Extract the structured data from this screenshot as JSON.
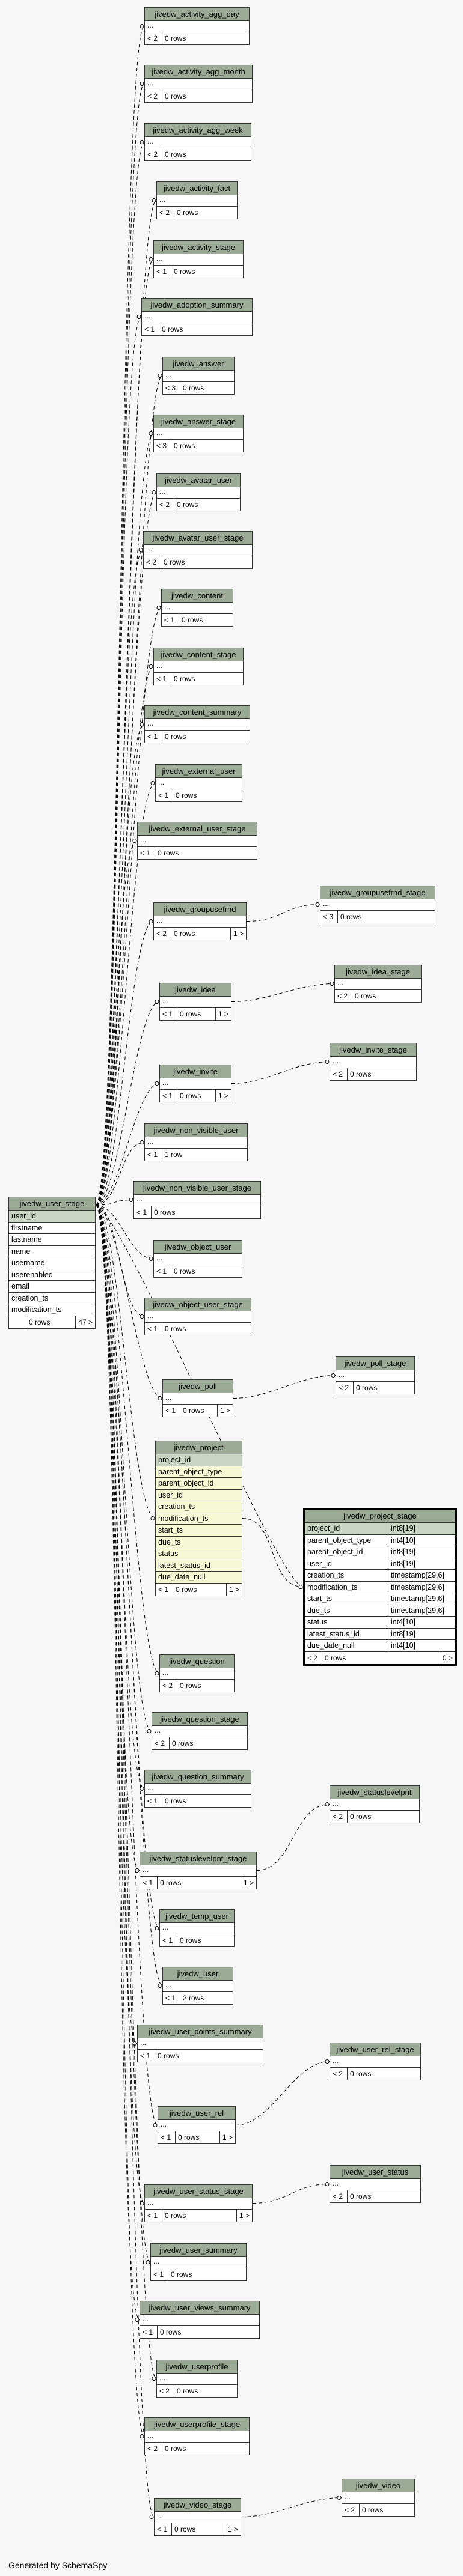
{
  "footer": "Generated by SchemaSpy",
  "small_tables": [
    {
      "name": "jivedw_activity_agg_day",
      "rows": "0 rows",
      "kids": "< 2",
      "parents": ""
    },
    {
      "name": "jivedw_activity_agg_month",
      "rows": "0 rows",
      "kids": "< 2",
      "parents": ""
    },
    {
      "name": "jivedw_activity_agg_week",
      "rows": "0 rows",
      "kids": "< 2",
      "parents": ""
    },
    {
      "name": "jivedw_activity_fact",
      "rows": "0 rows",
      "kids": "< 2",
      "parents": ""
    },
    {
      "name": "jivedw_activity_stage",
      "rows": "0 rows",
      "kids": "< 1",
      "parents": ""
    },
    {
      "name": "jivedw_adoption_summary",
      "rows": "0 rows",
      "kids": "< 1",
      "parents": ""
    },
    {
      "name": "jivedw_answer",
      "rows": "0 rows",
      "kids": "< 3",
      "parents": ""
    },
    {
      "name": "jivedw_answer_stage",
      "rows": "0 rows",
      "kids": "< 3",
      "parents": ""
    },
    {
      "name": "jivedw_avatar_user",
      "rows": "0 rows",
      "kids": "< 2",
      "parents": ""
    },
    {
      "name": "jivedw_avatar_user_stage",
      "rows": "0 rows",
      "kids": "< 2",
      "parents": ""
    },
    {
      "name": "jivedw_content",
      "rows": "0 rows",
      "kids": "< 1",
      "parents": ""
    },
    {
      "name": "jivedw_content_stage",
      "rows": "0 rows",
      "kids": "< 1",
      "parents": ""
    },
    {
      "name": "jivedw_content_summary",
      "rows": "0 rows",
      "kids": "< 1",
      "parents": ""
    },
    {
      "name": "jivedw_external_user",
      "rows": "0 rows",
      "kids": "< 1",
      "parents": ""
    },
    {
      "name": "jivedw_external_user_stage",
      "rows": "0 rows",
      "kids": "< 1",
      "parents": ""
    },
    {
      "name": "jivedw_groupusefrnd",
      "rows": "0 rows",
      "kids": "< 2",
      "parents": "1 >"
    },
    {
      "name": "jivedw_groupusefrnd_stage",
      "rows": "0 rows",
      "kids": "< 3",
      "parents": ""
    },
    {
      "name": "jivedw_idea",
      "rows": "0 rows",
      "kids": "< 1",
      "parents": "1 >"
    },
    {
      "name": "jivedw_idea_stage",
      "rows": "0 rows",
      "kids": "< 2",
      "parents": ""
    },
    {
      "name": "jivedw_invite",
      "rows": "0 rows",
      "kids": "< 1",
      "parents": "1 >"
    },
    {
      "name": "jivedw_invite_stage",
      "rows": "0 rows",
      "kids": "< 2",
      "parents": ""
    },
    {
      "name": "jivedw_non_visible_user",
      "rows": "1 row",
      "kids": "< 1",
      "parents": ""
    },
    {
      "name": "jivedw_non_visible_user_stage",
      "rows": "0 rows",
      "kids": "< 1",
      "parents": ""
    },
    {
      "name": "jivedw_object_user",
      "rows": "0 rows",
      "kids": "< 1",
      "parents": ""
    },
    {
      "name": "jivedw_object_user_stage",
      "rows": "0 rows",
      "kids": "< 1",
      "parents": ""
    },
    {
      "name": "jivedw_poll_stage",
      "rows": "0 rows",
      "kids": "< 2",
      "parents": ""
    },
    {
      "name": "jivedw_poll",
      "rows": "0 rows",
      "kids": "< 1",
      "parents": "1 >"
    },
    {
      "name": "jivedw_question",
      "rows": "0 rows",
      "kids": "< 2",
      "parents": ""
    },
    {
      "name": "jivedw_question_stage",
      "rows": "0 rows",
      "kids": "< 2",
      "parents": ""
    },
    {
      "name": "jivedw_question_summary",
      "rows": "0 rows",
      "kids": "< 1",
      "parents": ""
    },
    {
      "name": "jivedw_statuslevelpnt",
      "rows": "0 rows",
      "kids": "< 2",
      "parents": ""
    },
    {
      "name": "jivedw_statuslevelpnt_stage",
      "rows": "0 rows",
      "kids": "< 1",
      "parents": "1 >"
    },
    {
      "name": "jivedw_temp_user",
      "rows": "0 rows",
      "kids": "< 1",
      "parents": ""
    },
    {
      "name": "jivedw_user",
      "rows": "2 rows",
      "kids": "< 1",
      "parents": ""
    },
    {
      "name": "jivedw_user_points_summary",
      "rows": "0 rows",
      "kids": "< 1",
      "parents": ""
    },
    {
      "name": "jivedw_user_rel_stage",
      "rows": "0 rows",
      "kids": "< 2",
      "parents": ""
    },
    {
      "name": "jivedw_user_rel",
      "rows": "0 rows",
      "kids": "< 1",
      "parents": "1 >"
    },
    {
      "name": "jivedw_user_status",
      "rows": "0 rows",
      "kids": "< 2",
      "parents": ""
    },
    {
      "name": "jivedw_user_status_stage",
      "rows": "0 rows",
      "kids": "< 1",
      "parents": "1 >"
    },
    {
      "name": "jivedw_user_summary",
      "rows": "0 rows",
      "kids": "< 1",
      "parents": ""
    },
    {
      "name": "jivedw_user_views_summary",
      "rows": "0 rows",
      "kids": "< 1",
      "parents": ""
    },
    {
      "name": "jivedw_userprofile",
      "rows": "0 rows",
      "kids": "< 2",
      "parents": ""
    },
    {
      "name": "jivedw_userprofile_stage",
      "rows": "0 rows",
      "kids": "< 2",
      "parents": ""
    },
    {
      "name": "jivedw_video",
      "rows": "0 rows",
      "kids": "< 2",
      "parents": ""
    },
    {
      "name": "jivedw_video_stage",
      "rows": "0 rows",
      "kids": "< 1",
      "parents": "1 >"
    }
  ],
  "user_stage": {
    "name": "jivedw_user_stage",
    "columns": [
      "user_id",
      "firstname",
      "lastname",
      "name",
      "username",
      "userenabled",
      "email",
      "creation_ts",
      "modification_ts"
    ],
    "rows": "0 rows",
    "parents": "47 >"
  },
  "project": {
    "name": "jivedw_project",
    "columns": [
      "project_id",
      "parent_object_type",
      "parent_object_id",
      "user_id",
      "creation_ts",
      "modification_ts",
      "start_ts",
      "due_ts",
      "status",
      "latest_status_id",
      "due_date_null"
    ],
    "kids": "< 1",
    "rows": "0 rows",
    "parents": "1 >"
  },
  "project_stage": {
    "name": "jivedw_project_stage",
    "columns": [
      {
        "name": "project_id",
        "type": "int8[19]"
      },
      {
        "name": "parent_object_type",
        "type": "int4[10]"
      },
      {
        "name": "parent_object_id",
        "type": "int8[19]"
      },
      {
        "name": "user_id",
        "type": "int8[19]"
      },
      {
        "name": "creation_ts",
        "type": "timestamp[29,6]"
      },
      {
        "name": "modification_ts",
        "type": "timestamp[29,6]"
      },
      {
        "name": "start_ts",
        "type": "timestamp[29,6]"
      },
      {
        "name": "due_ts",
        "type": "timestamp[29,6]"
      },
      {
        "name": "status",
        "type": "int4[10]"
      },
      {
        "name": "latest_status_id",
        "type": "int8[19]"
      },
      {
        "name": "due_date_null",
        "type": "int4[10]"
      }
    ],
    "kids": "< 2",
    "rows": "0 rows",
    "parents": "0 >"
  }
}
